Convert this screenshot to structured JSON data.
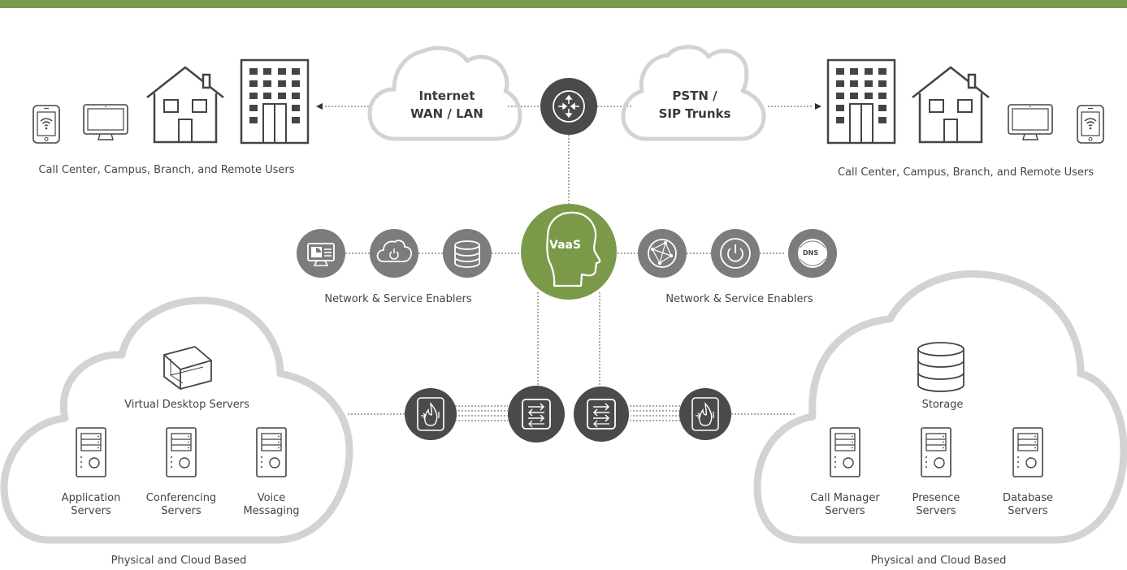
{
  "colors": {
    "accent_green": "#7a9a4a",
    "node_dark": "#4a4a4a",
    "node_gray": "#7c7c7c",
    "cloud_stroke": "#d3d3d3",
    "line": "#555555"
  },
  "wan_cloud": {
    "line1": "Internet",
    "line2": "WAN / LAN"
  },
  "pstn_cloud": {
    "line1": "PSTN /",
    "line2": "SIP Trunks"
  },
  "left_users_label": "Call Center, Campus, Branch, and Remote Users",
  "right_users_label": "Call Center, Campus, Branch, and Remote Users",
  "center_label": "VaaS",
  "enablers_left_label": "Network & Service Enablers",
  "enablers_right_label": "Network & Service Enablers",
  "dns_label": "DNS",
  "left_cloud": {
    "top_label": "Virtual Desktop Servers",
    "servers": [
      {
        "line1": "Application",
        "line2": "Servers"
      },
      {
        "line1": "Conferencing",
        "line2": "Servers"
      },
      {
        "line1": "Voice",
        "line2": "Messaging"
      }
    ],
    "caption": "Physical and Cloud Based"
  },
  "right_cloud": {
    "top_label": "Storage",
    "servers": [
      {
        "line1": "Call Manager",
        "line2": "Servers"
      },
      {
        "line1": "Presence",
        "line2": "Servers"
      },
      {
        "line1": "Database",
        "line2": "Servers"
      }
    ],
    "caption": "Physical and Cloud Based"
  },
  "icons": [
    "router-icon",
    "tablet-icon",
    "monitor-icon",
    "house-icon",
    "office-building-icon",
    "presentation-icon",
    "cloud-power-icon",
    "database-icon",
    "network-globe-icon",
    "power-icon",
    "dns-icon",
    "head-icon",
    "virtual-box-icon",
    "firewall-icon",
    "switch-icon",
    "server-icon"
  ]
}
